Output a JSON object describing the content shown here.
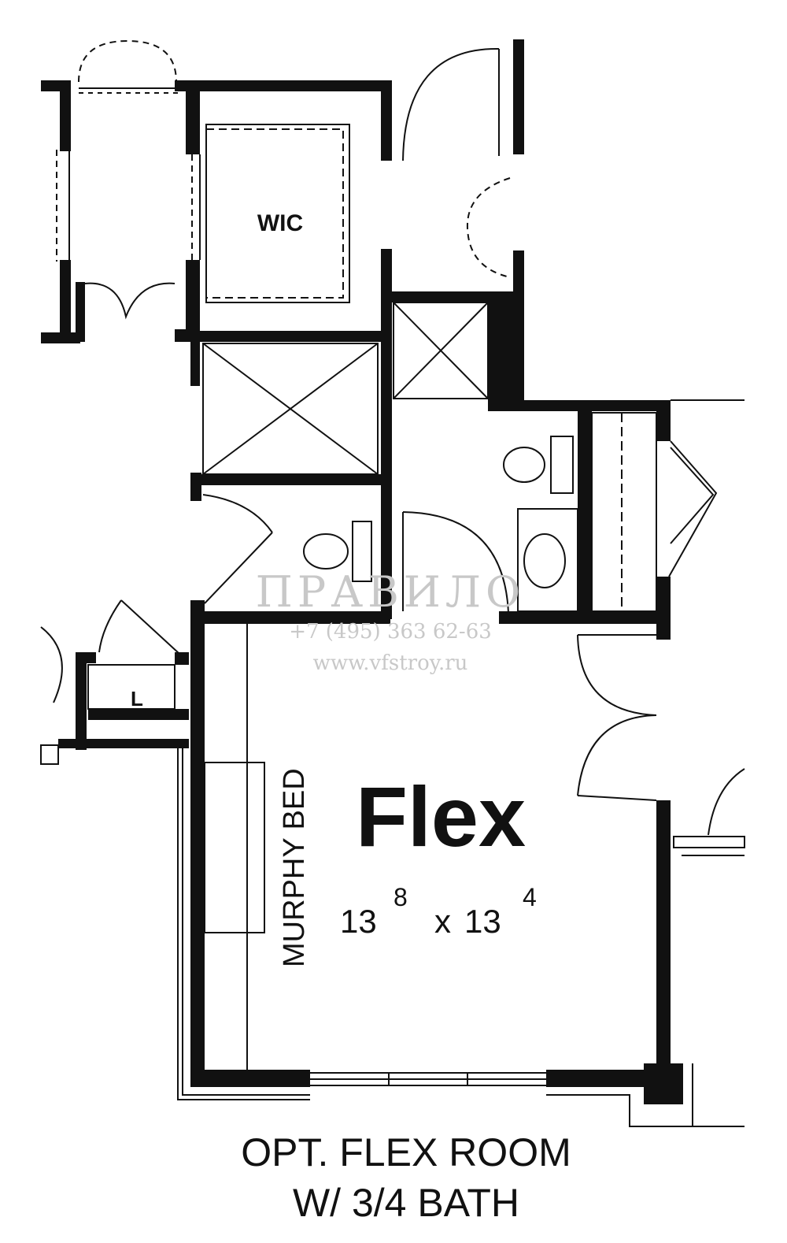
{
  "plan": {
    "rooms": {
      "wic": "WIC",
      "flex_name": "Flex",
      "flex_dim_w": "13",
      "flex_dim_w_sup": "8",
      "flex_dim_x": "x",
      "flex_dim_h": "13",
      "flex_dim_h_sup": "4",
      "linen": "L",
      "murphy_bed": "MURPHY BED"
    },
    "caption": {
      "line1": "OPT. FLEX ROOM",
      "line2": "W/ 3/4 BATH"
    }
  },
  "watermark": {
    "brand": "ПРАВИЛО",
    "phone": "+7 (495) 363 62-63",
    "site": "www.vfstroy.ru"
  },
  "colors": {
    "wall": "#111111",
    "background": "#ffffff",
    "watermark": "#c8c8c8"
  }
}
